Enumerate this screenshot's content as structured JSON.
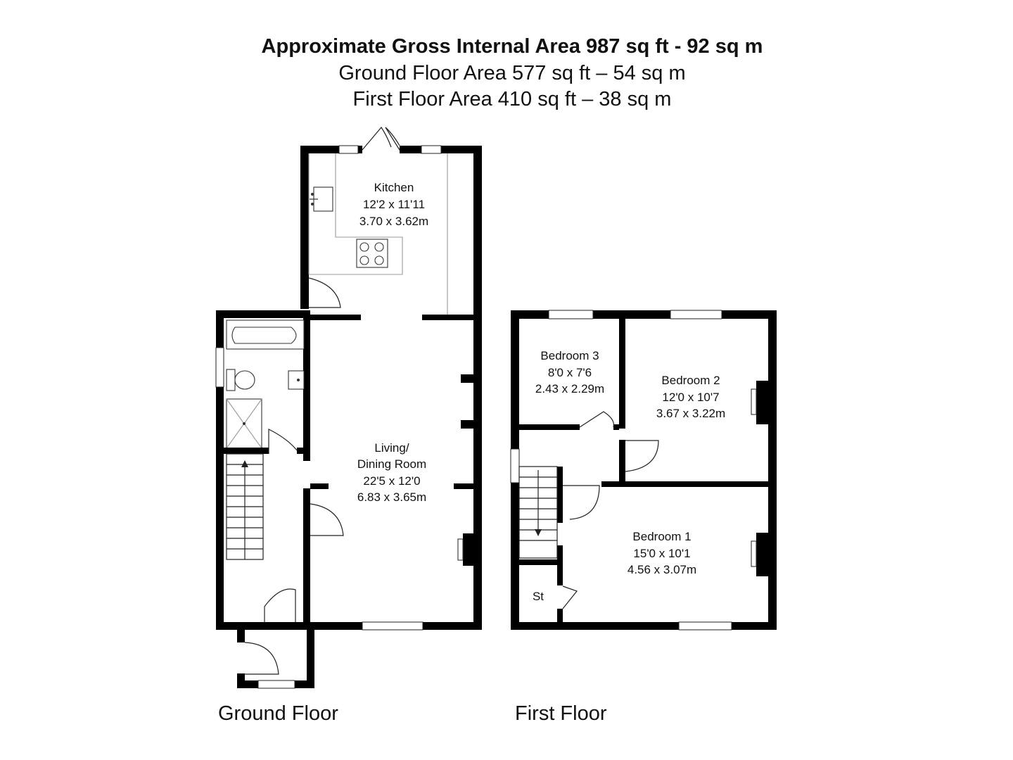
{
  "header": {
    "gross_area": "Approximate Gross Internal Area 987 sq ft - 92 sq m",
    "ground_area": "Ground Floor Area 577 sq ft – 54 sq m",
    "first_area": "First Floor Area 410 sq ft – 38 sq m"
  },
  "ground_floor": {
    "label": "Ground Floor",
    "kitchen": {
      "name": "Kitchen",
      "imperial": "12'2 x 11'11",
      "metric": "3.70 x 3.62m"
    },
    "living": {
      "name_line1": "Living/",
      "name_line2": "Dining Room",
      "imperial": "22'5 x 12'0",
      "metric": "6.83 x 3.65m"
    }
  },
  "first_floor": {
    "label": "First Floor",
    "bedroom3": {
      "name": "Bedroom 3",
      "imperial": "8'0 x 7'6",
      "metric": "2.43 x 2.29m"
    },
    "bedroom2": {
      "name": "Bedroom 2",
      "imperial": "12'0 x 10'7",
      "metric": "3.67 x 3.22m"
    },
    "bedroom1": {
      "name": "Bedroom 1",
      "imperial": "15'0 x 10'1",
      "metric": "4.56 x 3.07m"
    },
    "store": {
      "name": "St"
    }
  }
}
